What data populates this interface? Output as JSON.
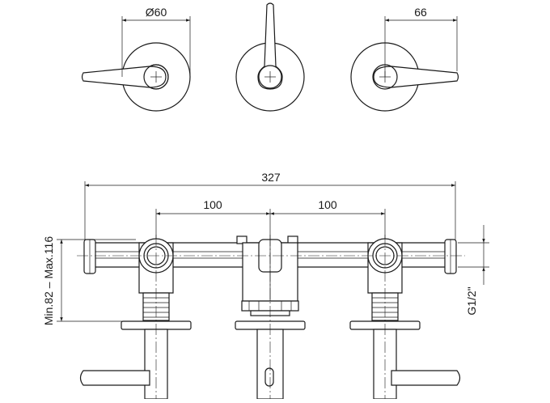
{
  "dimensions": {
    "rosette_diameter": "Ø60",
    "handle_offset": "66",
    "overall_width": "327",
    "center_left": "100",
    "center_right": "100",
    "depth_range": "Min.82 – Max.116",
    "connection": "G1/2\""
  },
  "colors": {
    "line": "#1a1a1a",
    "background": "#ffffff"
  }
}
